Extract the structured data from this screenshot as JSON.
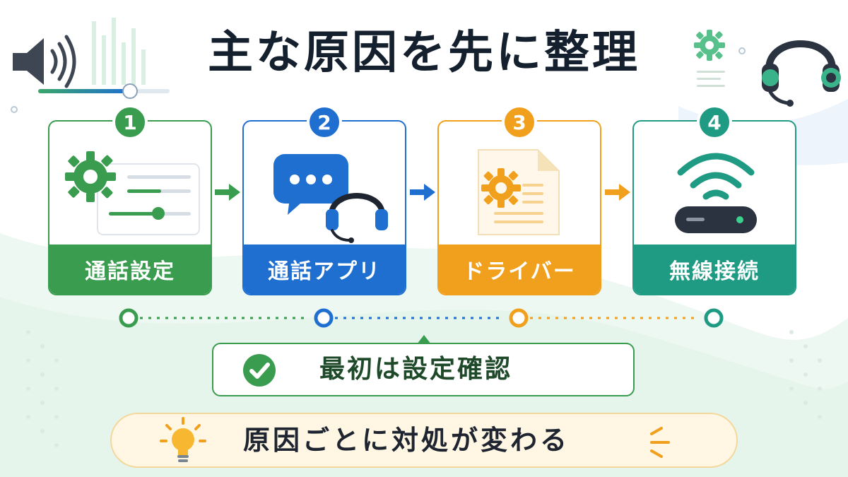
{
  "title": "主な原因を先に整理",
  "colors": {
    "green": "#3a9c4e",
    "blue": "#1f6fd1",
    "orange": "#f0a01c",
    "teal": "#1f9a83"
  },
  "steps": [
    {
      "number": "1",
      "label": "通話設定",
      "icon": "settings-panel-icon"
    },
    {
      "number": "2",
      "label": "通話アプリ",
      "icon": "chat-headset-icon"
    },
    {
      "number": "3",
      "label": "ドライバー",
      "icon": "driver-document-icon"
    },
    {
      "number": "4",
      "label": "無線接続",
      "icon": "wifi-router-icon"
    }
  ],
  "confirm_text": "最初は設定確認",
  "note_text": "原因ごとに対処が変わる"
}
